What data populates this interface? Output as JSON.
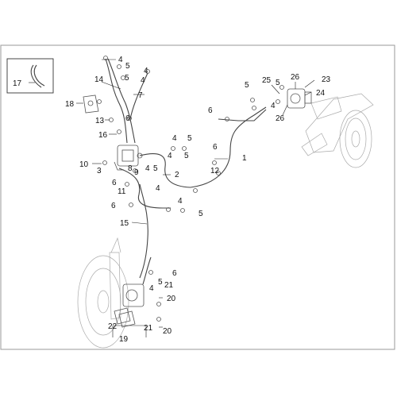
{
  "callouts": {
    "c1": "1",
    "c2": "2",
    "c3": "3",
    "c4a": "4",
    "c4b": "4",
    "c4c": "4",
    "c4d": "4",
    "c4e": "4",
    "c4f": "4",
    "c4g": "4",
    "c4h": "4",
    "c4i": "4",
    "c5a": "5",
    "c5b": "5",
    "c5c": "5",
    "c5d": "5",
    "c5e": "5",
    "c5f": "5",
    "c6a": "6",
    "c6b": "6",
    "c6c": "6",
    "c6d": "6",
    "c6e": "6",
    "c7": "7",
    "c8": "8",
    "c9": "9",
    "c10": "10",
    "c11": "11",
    "c12": "12",
    "c13": "13",
    "c14": "14",
    "c15": "15",
    "c16": "16",
    "c17": "17",
    "c18": "18",
    "c19": "19",
    "c20a": "20",
    "c20b": "20",
    "c21a": "21",
    "c21b": "21",
    "c22": "22",
    "c23": "23",
    "c24": "24",
    "c25": "25",
    "c26a": "26",
    "c26b": "26"
  }
}
